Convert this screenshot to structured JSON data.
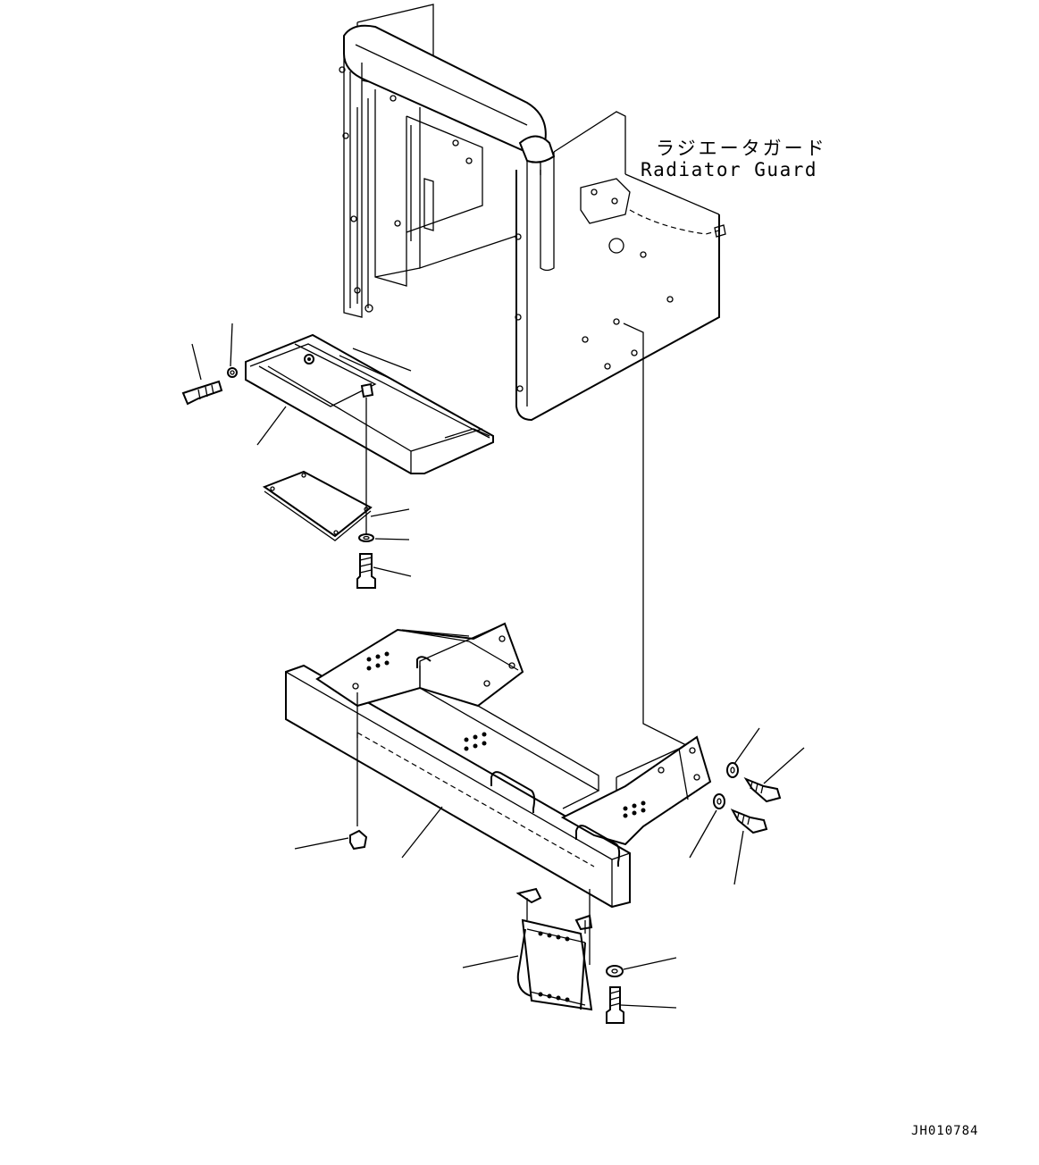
{
  "labels": {
    "part_name_ja": "ラジエータガード",
    "part_name_en": "Radiator Guard",
    "drawing_code": "JH010784"
  },
  "colors": {
    "line": "#000000",
    "background": "#ffffff"
  }
}
